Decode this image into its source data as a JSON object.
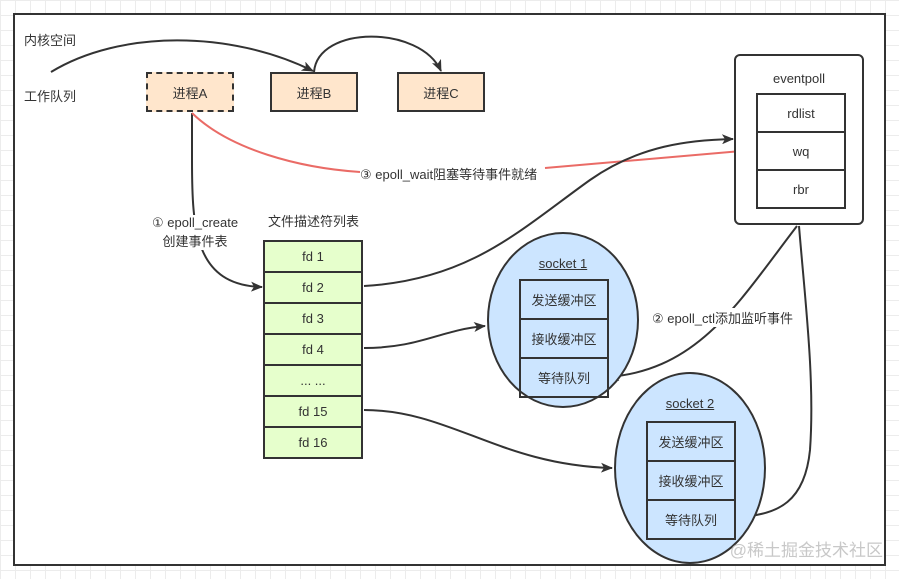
{
  "frame": {
    "kernel_space_label": "内核空间",
    "work_queue_label": "工作队列"
  },
  "processes": [
    {
      "name": "进程A",
      "style": "dashed"
    },
    {
      "name": "进程B",
      "style": "solid"
    },
    {
      "name": "进程C",
      "style": "solid"
    }
  ],
  "eventpoll": {
    "title": "eventpoll",
    "rows": [
      "rdlist",
      "wq",
      "rbr"
    ]
  },
  "fd_table": {
    "title": "文件描述符列表",
    "rows": [
      "fd 1",
      "fd 2",
      "fd 3",
      "fd 4",
      "... ...",
      "fd 15",
      "fd 16"
    ]
  },
  "sockets": [
    {
      "title": "socket 1",
      "rows": [
        "发送缓冲区",
        "接收缓冲区",
        "等待队列"
      ]
    },
    {
      "title": "socket 2",
      "rows": [
        "发送缓冲区",
        "接收缓冲区",
        "等待队列"
      ]
    }
  ],
  "steps": {
    "step1_line1": "① epoll_create",
    "step1_line2": "创建事件表",
    "step2": "② epoll_ctl添加监听事件",
    "step3": "③ epoll_wait阻塞等待事件就绪"
  },
  "colors": {
    "process_fill": "#ffe6cc",
    "fd_fill": "#e6ffcc",
    "socket_fill": "#cce5ff",
    "wait_arrow": "#ea6b66",
    "stroke": "#333333"
  },
  "watermark": "@稀土掘金技术社区"
}
